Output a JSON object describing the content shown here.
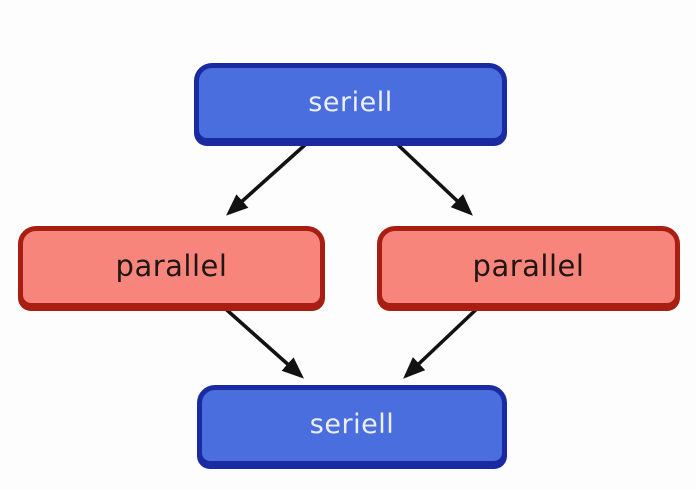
{
  "diagram": {
    "nodes": {
      "seriell_top": {
        "label": "seriell",
        "kind": "serial"
      },
      "parallel_left": {
        "label": "parallel",
        "kind": "parallel"
      },
      "parallel_right": {
        "label": "parallel",
        "kind": "parallel"
      },
      "seriell_bottom": {
        "label": "seriell",
        "kind": "serial"
      }
    },
    "arrows": [
      {
        "name": "seriell-top-to-parallel-left"
      },
      {
        "name": "seriell-top-to-parallel-right"
      },
      {
        "name": "parallel-left-to-seriell-bottom"
      },
      {
        "name": "parallel-right-to-seriell-bottom"
      }
    ],
    "colors": {
      "background": "#fdfdfd",
      "serial_fill": "#4a6edd",
      "serial_border": "#1a2aa0",
      "serial_text": "#edf0fa",
      "parallel_fill": "#f8857b",
      "parallel_border": "#a81e12",
      "parallel_text": "#201614",
      "arrow": "#121212"
    }
  }
}
